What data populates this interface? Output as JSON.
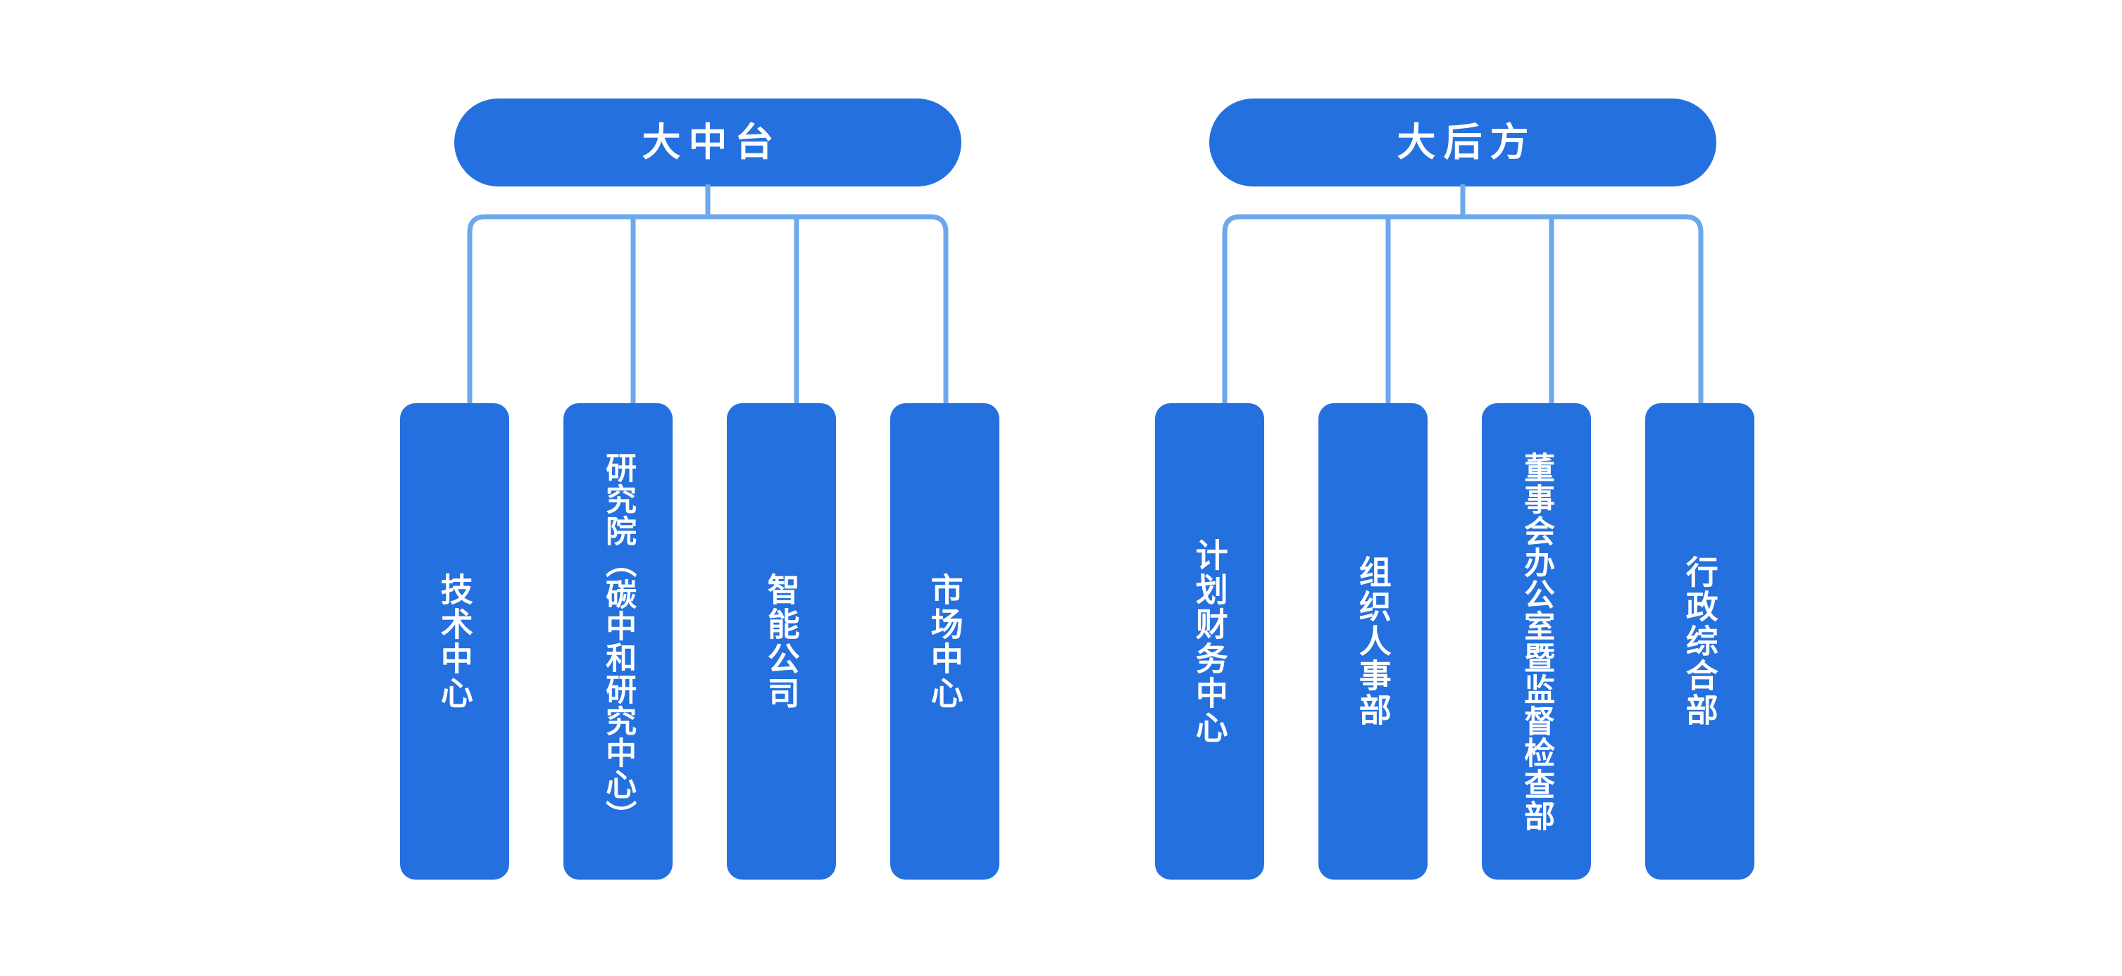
{
  "diagram": {
    "type": "organization-chart",
    "orientation": "top-down",
    "background_color": "#ffffff",
    "node_color": "#2570df",
    "connector_color": "#6ca9ec",
    "node_text_color": "#ffffff"
  },
  "groups": [
    {
      "id": "mid-platform",
      "header": "大中台",
      "children": [
        {
          "id": "tech-center",
          "label": "技术中心"
        },
        {
          "id": "research-academy",
          "label": "研究院（碳中和研究中心）"
        },
        {
          "id": "intelligent-co",
          "label": "智能公司"
        },
        {
          "id": "market-center",
          "label": "市场中心"
        }
      ]
    },
    {
      "id": "rear-support",
      "header": "大后方",
      "children": [
        {
          "id": "planning-finance-center",
          "label": "计划财务中心"
        },
        {
          "id": "org-personnel-dept",
          "label": "组织人事部"
        },
        {
          "id": "board-office-supervision",
          "label": "董事会办公室暨监督检查部"
        },
        {
          "id": "admin-general-dept",
          "label": "行政综合部"
        }
      ]
    }
  ]
}
